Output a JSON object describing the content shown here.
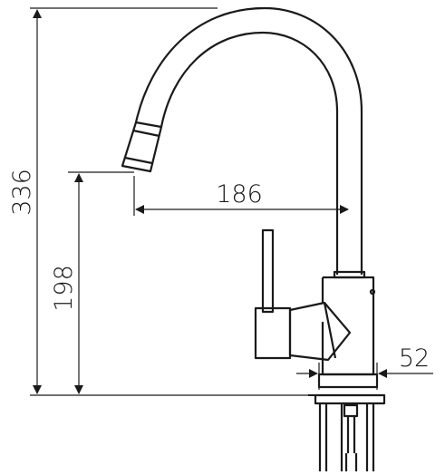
{
  "diagram": {
    "dimensions": {
      "total_height": "336",
      "spout_height": "198",
      "spout_reach": "186",
      "base_diameter": "52"
    },
    "colors": {
      "line": "#1a1a1a",
      "background": "#ffffff"
    }
  }
}
